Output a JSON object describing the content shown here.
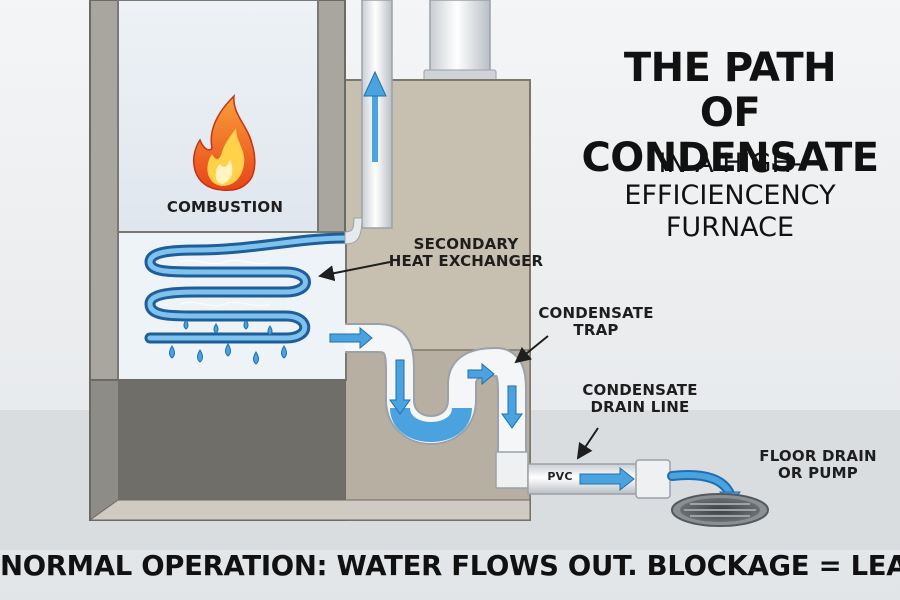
{
  "title": {
    "main_lines": [
      "THE PATH",
      "OF CONDENSATE"
    ],
    "sub_lines": [
      "IN A HIGH-EFFICIENCENCY",
      "FURNACE"
    ]
  },
  "labels": {
    "combustion": "COMBUSTION",
    "secondary_heat_exchanger": [
      "SECONDARY",
      "HEAT EXCHANGER"
    ],
    "condensate_trap": [
      "CONDENSATE",
      "TRAP"
    ],
    "condensate_drain_line": [
      "CONDENSATE",
      "DRAIN LINE"
    ],
    "floor_drain": [
      "FLOOR DRAIN",
      "OR PUMP"
    ],
    "pvc": "PVC"
  },
  "footer": "NORMAL OPERATION: WATER FLOWS OUT. BLOCKAGE = LEAK!",
  "icons": [
    "flame-icon",
    "water-drop-icon",
    "flow-arrow-icon",
    "floor-drain-grate-icon"
  ],
  "colors": {
    "water": "#4aa3df",
    "water_dark": "#1f6fb0",
    "pipe": "#f4f6f8",
    "cabinet": "#c8c1b2",
    "flame_outer": "#f26a1b",
    "flame_inner": "#ffd24a"
  }
}
